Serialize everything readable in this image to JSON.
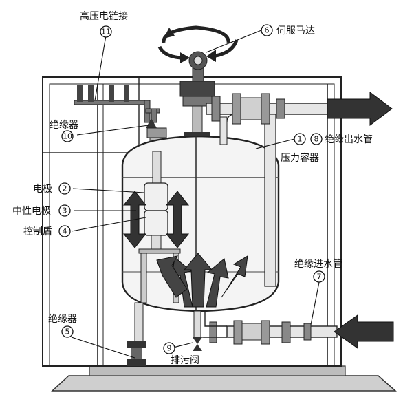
{
  "labels": {
    "high_voltage_link": "高压电链接",
    "servo_motor": "伺服马达",
    "insulator_top": "绝缘器",
    "insulated_outlet": "绝缘出水管",
    "pressure_vessel": "压力容器",
    "electrode": "电极",
    "neutral_electrode": "中性电极",
    "control_shield": "控制盾",
    "insulated_inlet": "绝缘进水管",
    "insulator_bottom": "绝缘器",
    "drain_valve": "排污阀"
  },
  "numbers": {
    "n1": "1",
    "n2": "2",
    "n3": "3",
    "n4": "4",
    "n5": "5",
    "n6": "6",
    "n7": "7",
    "n8": "8",
    "n9": "9",
    "n10": "10",
    "n11": "11"
  }
}
